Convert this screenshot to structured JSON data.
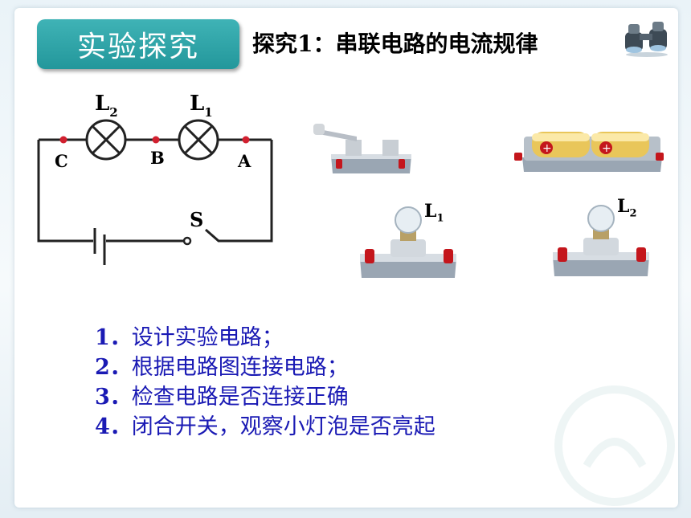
{
  "slide": {
    "section_tag": "实验探究",
    "heading": "探究1：串联电路的电流规律"
  },
  "circuit": {
    "lamp_left": {
      "letter": "L",
      "sub": "2"
    },
    "lamp_right": {
      "letter": "L",
      "sub": "1"
    },
    "point_c": "C",
    "point_b": "B",
    "point_a": "A",
    "switch_label": "S"
  },
  "equipment": {
    "bulb1": {
      "letter": "L",
      "sub": "1"
    },
    "bulb2": {
      "letter": "L",
      "sub": "2"
    }
  },
  "steps": [
    {
      "num": "1",
      "text": "设计实验电路；"
    },
    {
      "num": "2",
      "text": "根据电路图连接电路；"
    },
    {
      "num": "3",
      "text": "检查电路是否连接正确"
    },
    {
      "num": "4",
      "text": "闭合开关，观察小灯泡是否亮起"
    }
  ],
  "colors": {
    "tag_bg": "#2aa3a6",
    "step_text": "#1a1ab4",
    "node_dot": "#d1202f"
  },
  "icons": [
    "binoculars-icon",
    "battery-icon",
    "switch-icon",
    "bulb-icon"
  ]
}
